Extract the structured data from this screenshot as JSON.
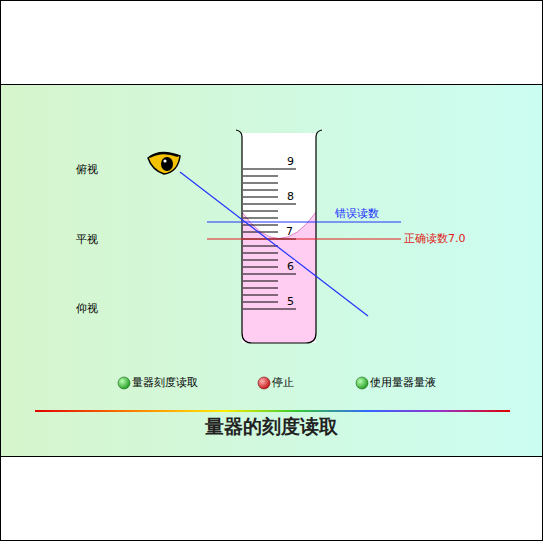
{
  "diagram": {
    "title": "量器的刻度读取",
    "labels": [
      "俯视",
      "平视",
      "仰视",
      "9",
      "8",
      "7",
      "6",
      "5",
      "错误读数",
      "正确读数7.0",
      "量器刻度读取",
      "停止",
      "使用量器量液"
    ]
  }
}
